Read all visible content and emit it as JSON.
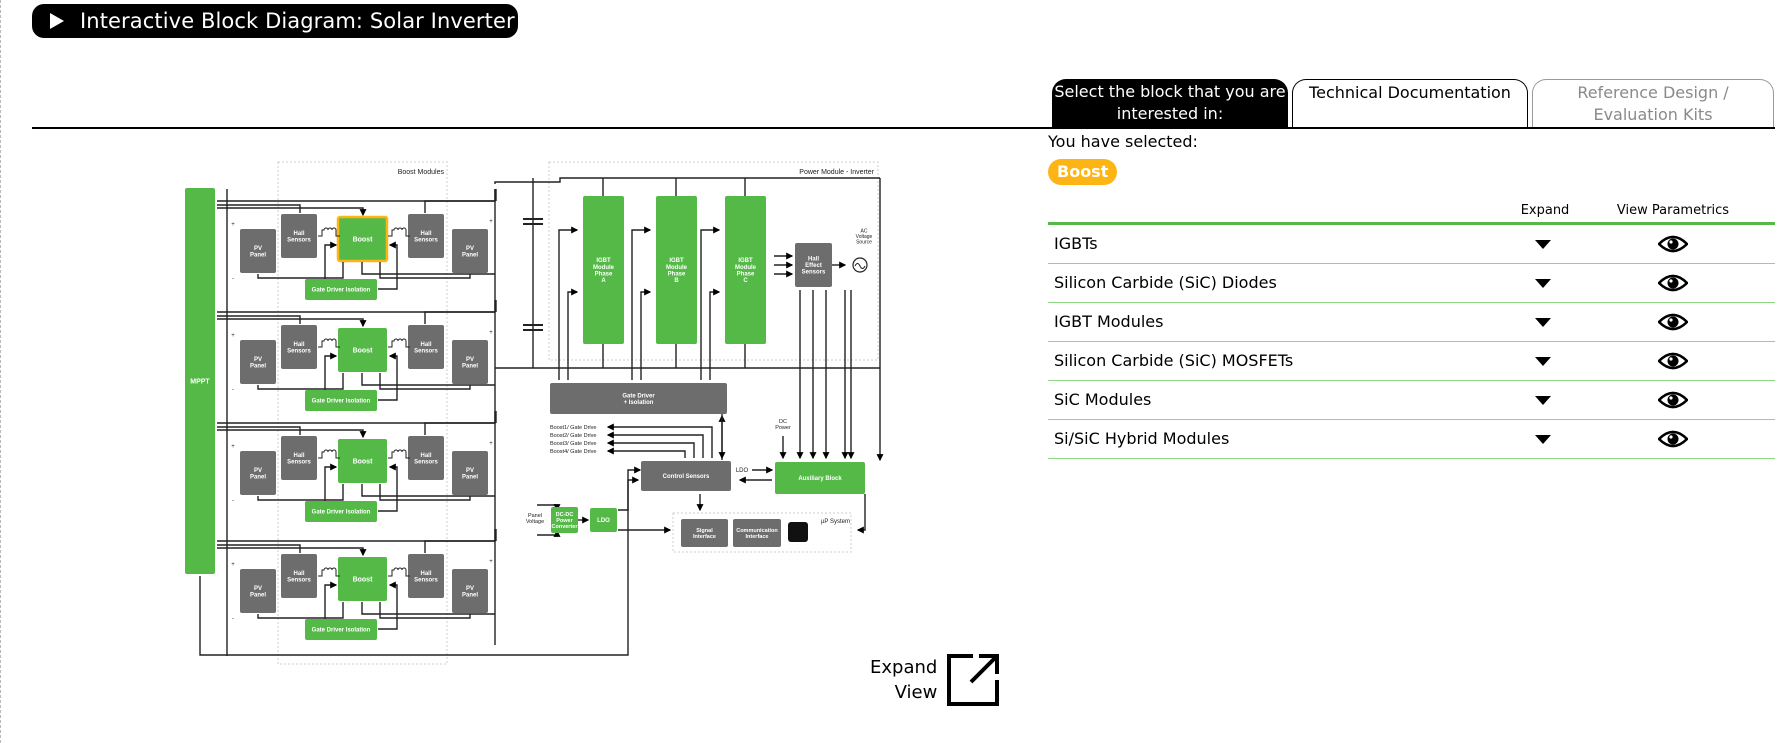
{
  "header": {
    "title": "Interactive Block Diagram: Solar Inverter",
    "icon": "play-triangle-icon"
  },
  "tabs": [
    {
      "label": "Select the block that you are interested in:",
      "state": "active"
    },
    {
      "label": "Technical Documentation",
      "state": "inactive"
    },
    {
      "label": "Reference Design / Evaluation Kits",
      "state": "disabled"
    }
  ],
  "selection": {
    "label": "You have selected:",
    "value": "Boost"
  },
  "product_table": {
    "columns": [
      "Expand",
      "View Parametrics"
    ],
    "rows": [
      {
        "name": "IGBTs"
      },
      {
        "name": "Silicon Carbide (SiC) Diodes"
      },
      {
        "name": "IGBT Modules"
      },
      {
        "name": "Silicon Carbide (SiC) MOSFETs"
      },
      {
        "name": "SiC Modules"
      },
      {
        "name": "Si/SiC Hybrid Modules"
      }
    ],
    "expand_icon": "caret-down-icon",
    "parametrics_icon": "eye-icon"
  },
  "diagram": {
    "groups": {
      "boost_modules": "Boost Modules",
      "power_module": "Power Module - Inverter",
      "up_system": "µP System"
    },
    "blocks": {
      "mppt": "MPPT",
      "pv_panel": "PV Panel",
      "hall_sensors": "Hall Sensors",
      "boost": "Boost",
      "gate_driver_isolation": "Gate Driver Isolation",
      "igbt_a": "IGBT Module Phase A",
      "igbt_b": "IGBT Module Phase B",
      "igbt_c": "IGBT Module Phase C",
      "hall_effect": "Hall Effect Sensors",
      "ac_source": "AC Voltage Source",
      "gate_driver_main": "Gate Driver + Isolation",
      "control_sensors": "Control Sensors",
      "auxiliary": "Auxiliary Block",
      "dcdc": "DC-DC Power Converter",
      "ldo": "LDO",
      "signal_interface": "Signal Interface",
      "comm_interface": "Communication Interface",
      "panel_voltage": "Panel Voltage",
      "dc_power": "DC Power",
      "ldo_label": "LDO"
    },
    "boost_gate_drives": [
      "Boost1/ Gate Drive",
      "Boost2/ Gate Drive",
      "Boost3/ Gate Drive",
      "Boost4/ Gate Drive"
    ],
    "selected_block": "Boost",
    "colors": {
      "green": "#55b948",
      "gray": "#6d6d6d",
      "highlight": "#fdb515"
    }
  },
  "expand_view": {
    "line1": "Expand",
    "line2": "View",
    "icon": "external-link-icon"
  }
}
